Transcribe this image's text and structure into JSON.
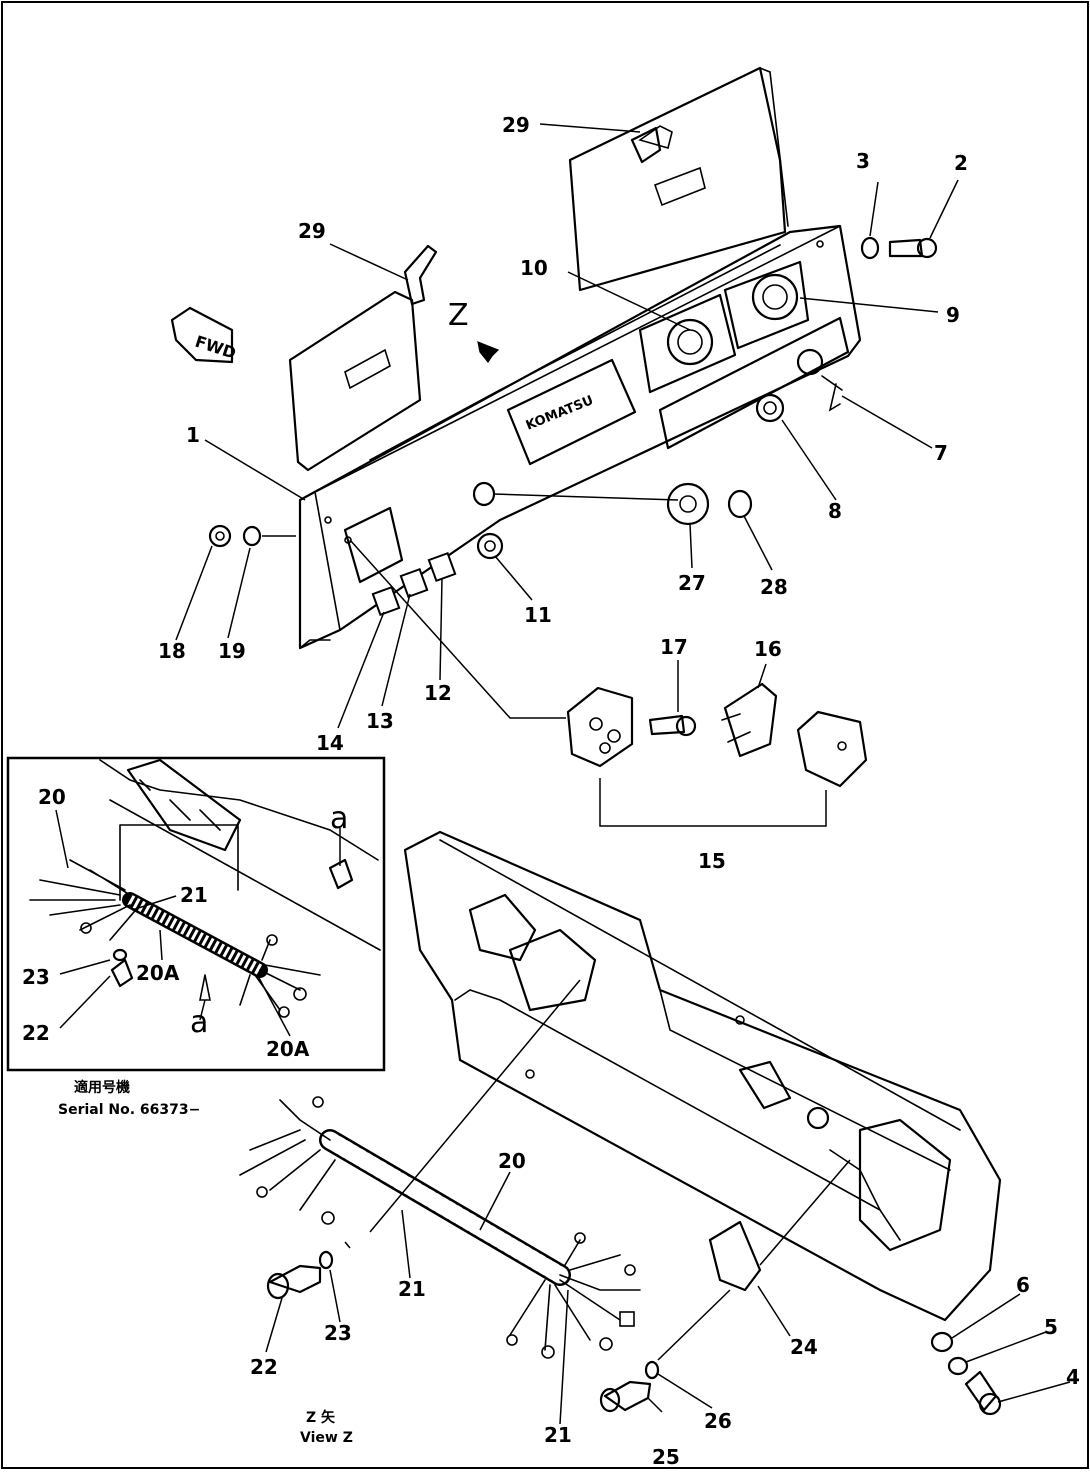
{
  "labels": {
    "p1": "1",
    "p2": "2",
    "p3": "3",
    "p4": "4",
    "p5": "5",
    "p6": "6",
    "p7": "7",
    "p8": "8",
    "p9": "9",
    "p10": "10",
    "p11": "11",
    "p12": "12",
    "p13": "13",
    "p14": "14",
    "p15": "15",
    "p16": "16",
    "p17": "17",
    "p18": "18",
    "p19": "19",
    "p20": "20",
    "p20a": "20A",
    "p21": "21",
    "p22": "22",
    "p23": "23",
    "p24": "24",
    "p25": "25",
    "p26": "26",
    "p27": "27",
    "p28": "28",
    "p29": "29",
    "a": "a",
    "z": "Z"
  },
  "panel_text": {
    "brand": "KOMATSU",
    "fwd": "FWD"
  },
  "inset_note": {
    "japanese": "適用号機",
    "serial": "Serial No. 66373−"
  },
  "view_note": {
    "japanese": "Z 矢",
    "caption": "View Z"
  }
}
